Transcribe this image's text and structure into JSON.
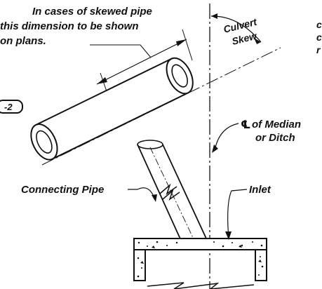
{
  "labels": {
    "skew_note_line1": "In cases of skewed pipe",
    "skew_note_line2": "this dimension to be shown",
    "skew_note_line3": "on plans.",
    "culvert_skew_line1": "Culvert",
    "culvert_skew_line2": "Skew",
    "centerline_line1": "of Median",
    "centerline_line2": "or Ditch",
    "centerline_symbol": "℄",
    "connecting_pipe": "Connecting Pipe",
    "inlet": "Inlet",
    "section_ref": "-2",
    "edge_fragment_1": "c",
    "edge_fragment_2": "c",
    "edge_fragment_3": "r"
  },
  "colors": {
    "ink": "#111111",
    "background": "#ffffff"
  }
}
